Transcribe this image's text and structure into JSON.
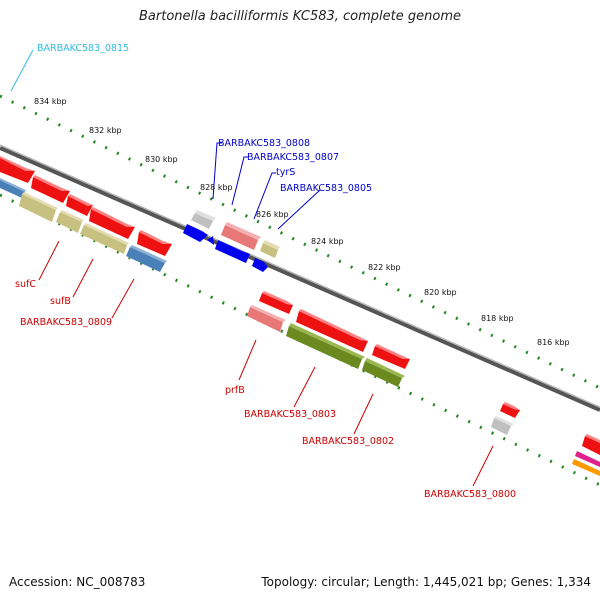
{
  "title": "Bartonella bacilliformis KC583, complete genome",
  "footer": {
    "accession": "Accession: NC_008783",
    "topology": "Topology: circular; Length: 1,445,021 bp; Genes: 1,334"
  },
  "ticks": [
    "834 kbp",
    "832 kbp",
    "830 kbp",
    "828 kbp",
    "826 kbp",
    "824 kbp",
    "822 kbp",
    "820 kbp",
    "818 kbp",
    "816 kbp"
  ],
  "labels": {
    "l0815": "BARBAKC583_0815",
    "l0808": "BARBAKC583_0808",
    "l0807": "BARBAKC583_0807",
    "tyrS": "tyrS",
    "l0805": "BARBAKC583_0805",
    "sufC": "sufC",
    "sufB": "sufB",
    "l0809": "BARBAKC583_0809",
    "prfB": "prfB",
    "l0803": "BARBAKC583_0803",
    "l0802": "BARBAKC583_0802",
    "l0800": "BARBAKC583_0800"
  },
  "colors": {
    "red": "#ee1111",
    "pink": "#e87878",
    "khaki": "#c8c080",
    "steel": "#4a80b8",
    "blue": "#0000ee",
    "grey": "#c0c0c0",
    "olive": "#6a8a20",
    "cyan_label": "#33bbdd",
    "blue_label": "#0000cc",
    "red_label": "#cc0000",
    "tick_green": "#228822"
  }
}
